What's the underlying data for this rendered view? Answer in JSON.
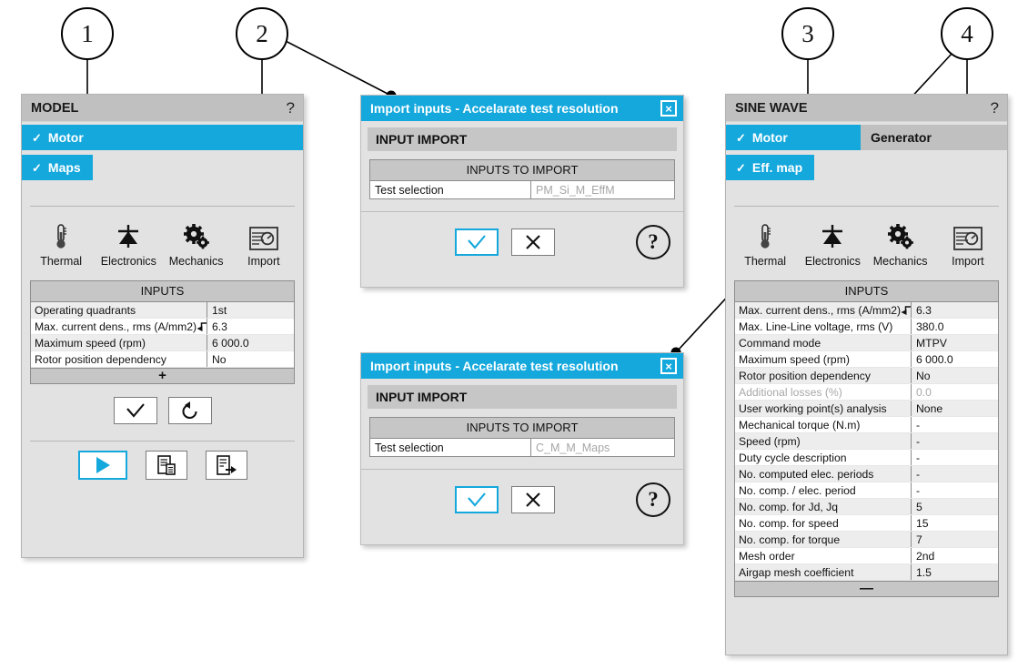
{
  "callouts": [
    {
      "number": "1"
    },
    {
      "number": "2"
    },
    {
      "number": "3"
    },
    {
      "number": "4"
    }
  ],
  "colors": {
    "accent": "#14a8dd",
    "panel_bg": "#e2e2e2",
    "header_bg": "#c0c0c0",
    "table_header_bg": "#c6c6c6",
    "disabled_text": "#a8a8a8"
  },
  "model_panel": {
    "title": "MODEL",
    "help_label": "?",
    "tabs_row1": [
      {
        "label": "Motor",
        "check": "✓",
        "active": true
      }
    ],
    "tabs_row2": [
      {
        "label": "Maps",
        "check": "✓",
        "active": true
      }
    ],
    "toolbar": [
      {
        "label": "Thermal",
        "icon": "thermometer-icon"
      },
      {
        "label": "Electronics",
        "icon": "diode-icon"
      },
      {
        "label": "Mechanics",
        "icon": "gears-icon"
      },
      {
        "label": "Import",
        "icon": "import-map-icon"
      }
    ],
    "table": {
      "title": "INPUTS",
      "footer_label": "+",
      "rows": [
        {
          "label": "Operating quadrants",
          "value": "1st",
          "link": false,
          "dim": false
        },
        {
          "label": "Max. current dens., rms (A/mm2)",
          "value": "6.3",
          "link": true,
          "dim": false
        },
        {
          "label": "Maximum speed (rpm)",
          "value": "6 000.0",
          "link": false,
          "dim": false
        },
        {
          "label": "Rotor position dependency",
          "value": "No",
          "link": false,
          "dim": false
        }
      ]
    },
    "action_buttons": [
      {
        "name": "validate-button",
        "icon": "check-icon",
        "accent": false
      },
      {
        "name": "reset-button",
        "icon": "refresh-icon",
        "accent": false
      }
    ],
    "bottom_buttons": [
      {
        "name": "run-button",
        "icon": "play-icon",
        "accent": true
      },
      {
        "name": "report-button",
        "icon": "document-copy-icon",
        "accent": false
      },
      {
        "name": "export-button",
        "icon": "document-export-icon",
        "accent": false
      }
    ]
  },
  "dialog_1": {
    "title": "Import inputs - Accelarate test resolution",
    "close_label": "×",
    "section_title": "INPUT IMPORT",
    "table": {
      "title": "INPUTS TO IMPORT",
      "rows": [
        {
          "label": "Test selection",
          "value": "PM_Si_M_EffM"
        }
      ]
    },
    "buttons": [
      {
        "name": "ok-button",
        "icon": "check-icon",
        "accent": true
      },
      {
        "name": "cancel-button",
        "icon": "cross-icon",
        "accent": false
      }
    ],
    "help_label": "?"
  },
  "dialog_2": {
    "title": "Import inputs - Accelarate test resolution",
    "close_label": "×",
    "section_title": "INPUT IMPORT",
    "table": {
      "title": "INPUTS TO IMPORT",
      "rows": [
        {
          "label": "Test selection",
          "value": "C_M_M_Maps"
        }
      ]
    },
    "buttons": [
      {
        "name": "ok-button",
        "icon": "check-icon",
        "accent": true
      },
      {
        "name": "cancel-button",
        "icon": "cross-icon",
        "accent": false
      }
    ],
    "help_label": "?"
  },
  "sine_wave_panel": {
    "title": "SINE WAVE",
    "help_label": "?",
    "tabs_row1": [
      {
        "label": "Motor",
        "check": "✓",
        "active": true
      },
      {
        "label": "Generator",
        "check": "",
        "active": false
      }
    ],
    "tabs_row2": [
      {
        "label": "Eff. map",
        "check": "✓",
        "active": true
      }
    ],
    "toolbar": [
      {
        "label": "Thermal",
        "icon": "thermometer-icon"
      },
      {
        "label": "Electronics",
        "icon": "diode-icon"
      },
      {
        "label": "Mechanics",
        "icon": "gears-icon"
      },
      {
        "label": "Import",
        "icon": "import-map-icon"
      }
    ],
    "table": {
      "title": "INPUTS",
      "footer_label": "—",
      "rows": [
        {
          "label": "Max. current dens., rms (A/mm2)",
          "value": "6.3",
          "link": true,
          "dim": false
        },
        {
          "label": "Max. Line-Line voltage, rms (V)",
          "value": "380.0",
          "link": false,
          "dim": false
        },
        {
          "label": "Command mode",
          "value": "MTPV",
          "link": false,
          "dim": false
        },
        {
          "label": "Maximum speed (rpm)",
          "value": "6 000.0",
          "link": false,
          "dim": false
        },
        {
          "label": "Rotor position dependency",
          "value": "No",
          "link": false,
          "dim": false
        },
        {
          "label": "Additional losses (%)",
          "value": "0.0",
          "link": false,
          "dim": true
        },
        {
          "label": "User working point(s) analysis",
          "value": "None",
          "link": false,
          "dim": false
        },
        {
          "label": "Mechanical torque (N.m)",
          "value": "-",
          "link": false,
          "dim": false
        },
        {
          "label": "Speed (rpm)",
          "value": "-",
          "link": false,
          "dim": false
        },
        {
          "label": "Duty cycle description",
          "value": "-",
          "link": false,
          "dim": false
        },
        {
          "label": "No. computed elec. periods",
          "value": "-",
          "link": false,
          "dim": false
        },
        {
          "label": "No. comp. / elec. period",
          "value": "-",
          "link": false,
          "dim": false
        },
        {
          "label": "No. comp. for Jd, Jq",
          "value": "5",
          "link": false,
          "dim": false
        },
        {
          "label": "No. comp. for speed",
          "value": "15",
          "link": false,
          "dim": false
        },
        {
          "label": "No. comp. for torque",
          "value": "7",
          "link": false,
          "dim": false
        },
        {
          "label": "Mesh order",
          "value": "2nd",
          "link": false,
          "dim": false
        },
        {
          "label": "Airgap mesh coefficient",
          "value": "1.5",
          "link": false,
          "dim": false
        }
      ]
    }
  }
}
